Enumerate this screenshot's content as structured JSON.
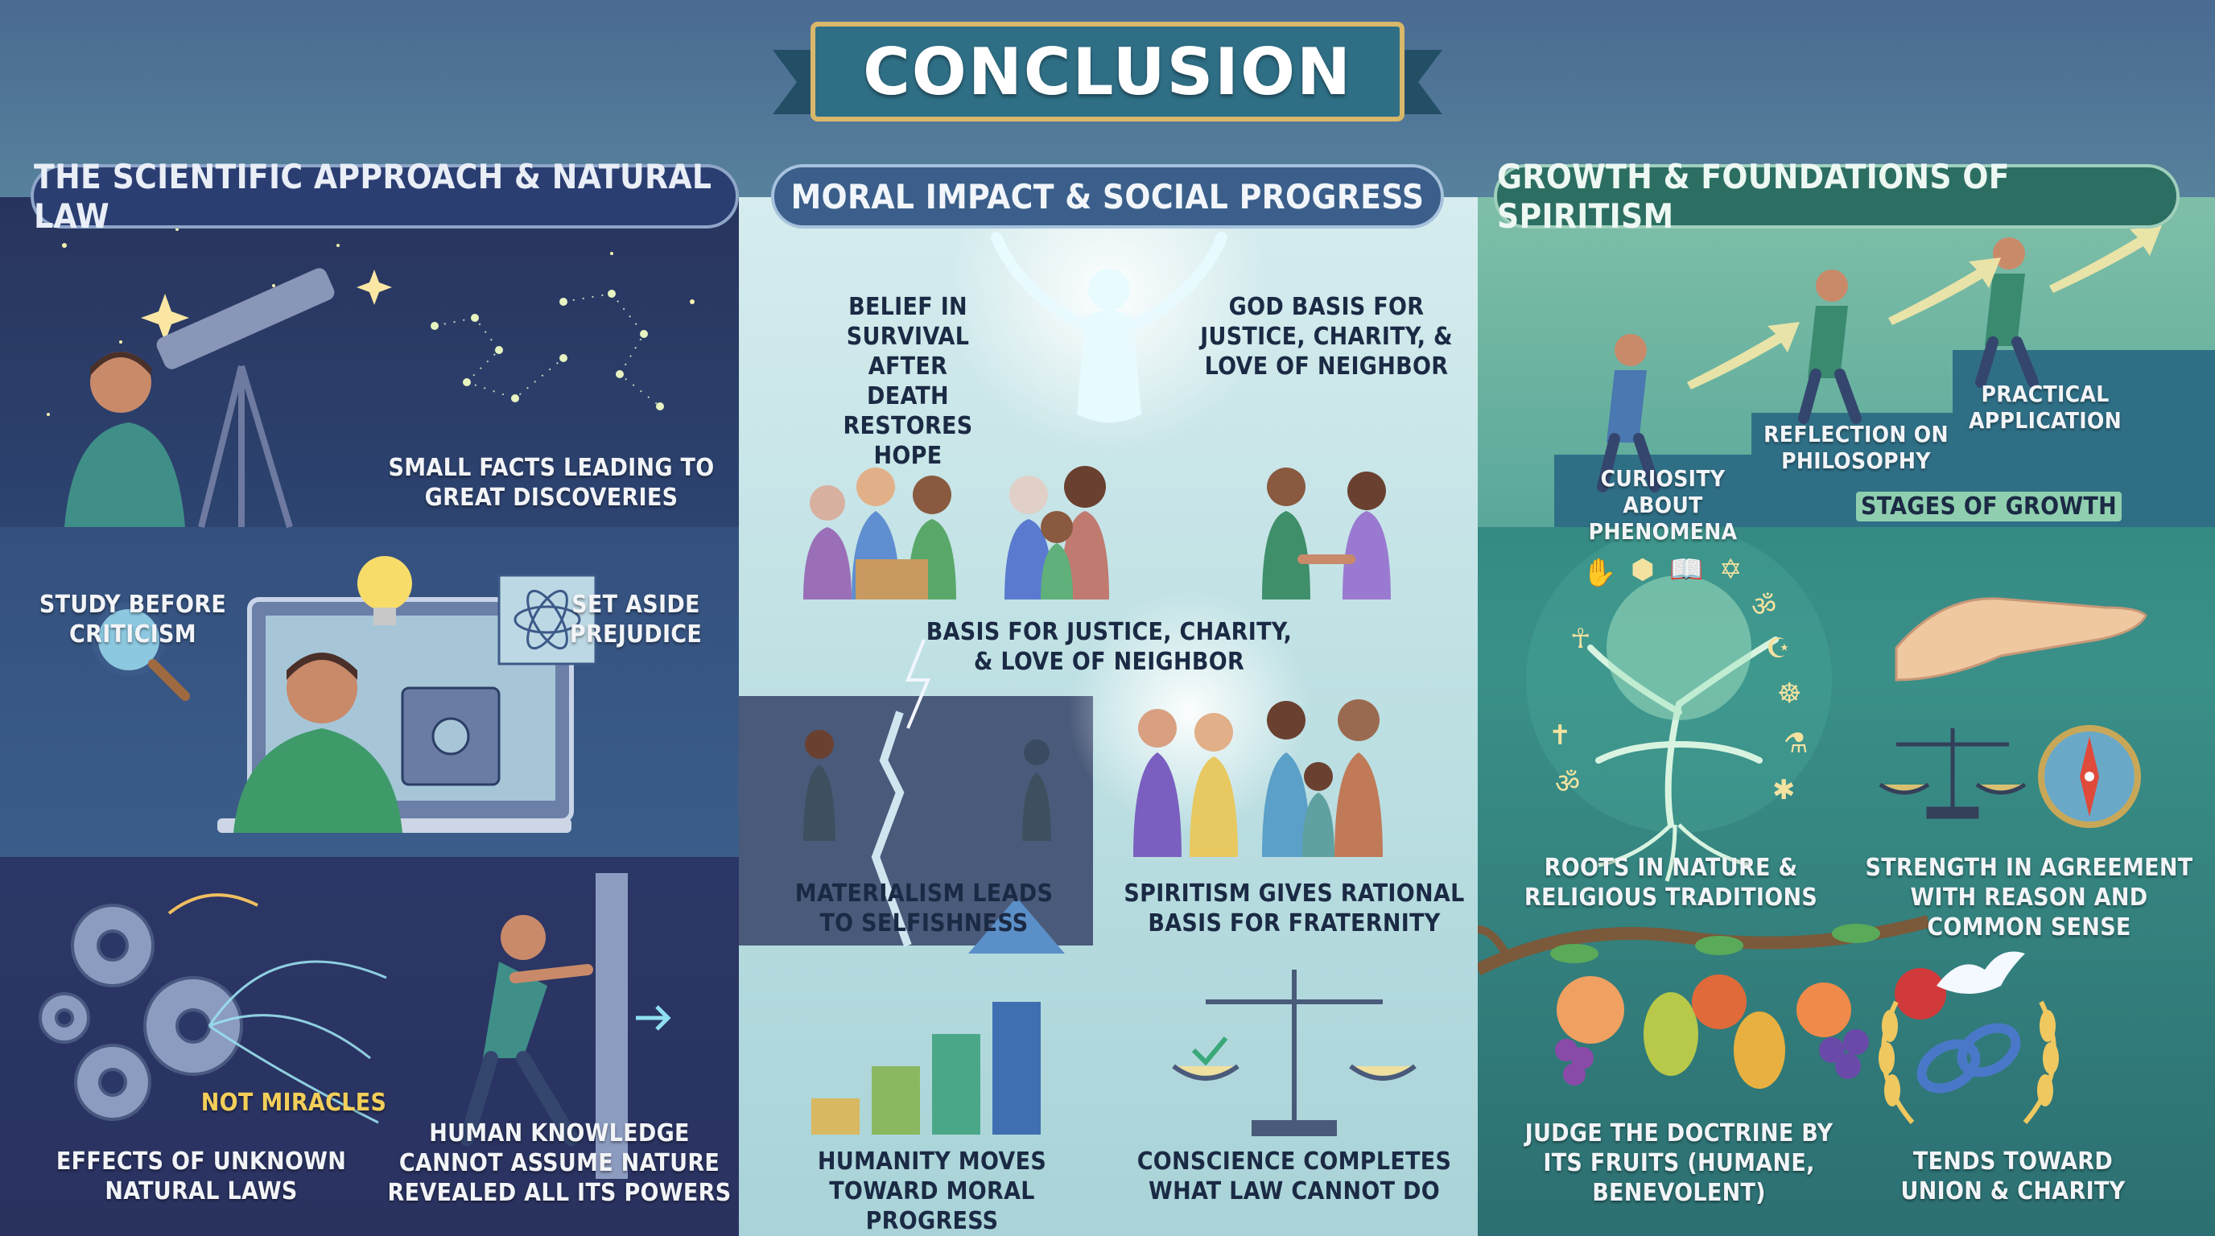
{
  "title": "CONCLUSION",
  "columns": {
    "left": {
      "heading": "THE SCIENTIFIC APPROACH & NATURAL LAW",
      "small_facts": "SMALL FACTS LEADING TO GREAT DISCOVERIES",
      "study": "STUDY BEFORE CRITICISM",
      "prejudice": "SET ASIDE PREJUDICE",
      "not_miracles": "NOT MIRACLES",
      "effects": "EFFECTS OF UNKNOWN NATURAL LAWS",
      "human_knowledge": "HUMAN KNOWLEDGE CANNOT ASSUME NATURE REVEALED ALL ITS POWERS"
    },
    "middle": {
      "heading": "MORAL IMPACT & SOCIAL PROGRESS",
      "belief": "BELIEF IN SURVIVAL AFTER DEATH RESTORES HOPE",
      "god": "GOD BASIS FOR JUSTICE, CHARITY, & LOVE OF NEIGHBOR",
      "basis": "BASIS FOR JUSTICE, CHARITY, & LOVE OF NEIGHBOR",
      "materialism": "MATERIALISM LEADS TO SELFISHNESS",
      "spiritism": "SPIRITISM GIVES RATIONAL BASIS FOR FRATERNITY",
      "humanity": "HUMANITY MOVES TOWARD MORAL PROGRESS",
      "conscience": "CONSCIENCE COMPLETES WHAT LAW CANNOT DO"
    },
    "right": {
      "heading": "GROWTH & FOUNDATIONS OF SPIRITISM",
      "curiosity": "CURIOSITY ABOUT PHENOMENA",
      "reflection": "REFLECTION ON PHILOSOPHY",
      "practical": "PRACTICAL APPLICATION",
      "stages": "STAGES OF GROWTH",
      "roots": "ROOTS IN NATURE & RELIGIOUS TRADITIONS",
      "strength": "STRENGTH IN AGREEMENT WITH REASON AND COMMON SENSE",
      "judge": "JUDGE THE DOCTRINE BY ITS FRUITS (HUMANE, BENEVOLENT)",
      "tends": "TENDS TOWARD UNION & CHARITY"
    }
  },
  "colors": {
    "banner": "#2f6f86",
    "banner_border": "#d9b86a",
    "left_pill": "#2b3e72",
    "mid_pill": "#3b5f8a",
    "right_pill": "#2c6e62",
    "gold_text": "#f3cf5a"
  },
  "icons": [
    "telescope-icon",
    "constellation-icon",
    "magnifier-icon",
    "lightbulb-icon",
    "atom-icon",
    "gears-icon",
    "spirit-figure-icon",
    "ascending-arrow-icon",
    "scales-icon",
    "tree-icon",
    "hand-icon",
    "compass-icon",
    "dove-icon",
    "laurel-icon",
    "chain-icon",
    "fruit-branch-icon"
  ]
}
